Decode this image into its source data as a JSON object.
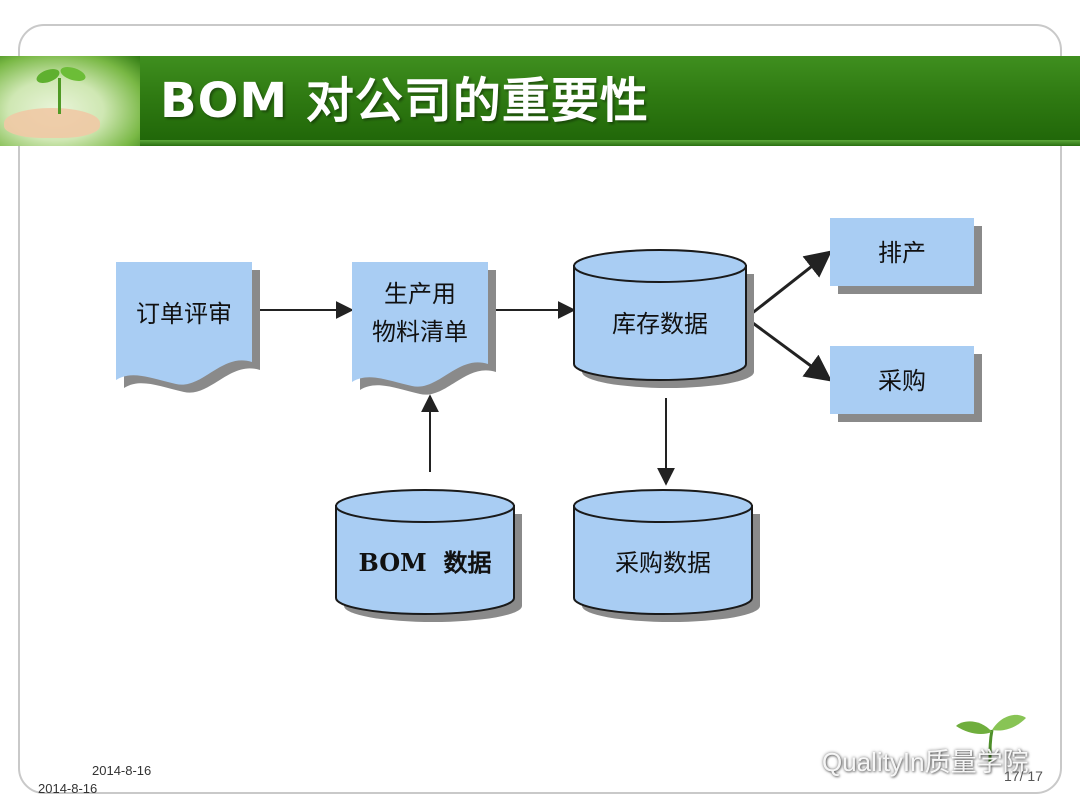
{
  "slide": {
    "title": "BOM 对公司的重要性",
    "date_inner": "2014-8-16",
    "date_outer": "2014-8-16",
    "page_number": "17/ 17",
    "watermark": "QualityIn质量学院"
  },
  "diagram": {
    "nodes": [
      {
        "id": "order-review",
        "shape": "document",
        "label": "订单评审"
      },
      {
        "id": "bom-list",
        "shape": "document",
        "lines": [
          "生产用",
          "物料清单"
        ]
      },
      {
        "id": "inventory",
        "shape": "cylinder",
        "label": "库存数据"
      },
      {
        "id": "scheduling",
        "shape": "box",
        "label": "排产"
      },
      {
        "id": "purchasing",
        "shape": "box",
        "label": "采购"
      },
      {
        "id": "bom-data",
        "shape": "cylinder",
        "label": "BOM  数据"
      },
      {
        "id": "purchase-data",
        "shape": "cylinder",
        "label": "采购数据"
      }
    ],
    "edges": [
      {
        "from": "order-review",
        "to": "bom-list"
      },
      {
        "from": "bom-list",
        "to": "inventory"
      },
      {
        "from": "inventory",
        "to": "scheduling"
      },
      {
        "from": "inventory",
        "to": "purchasing"
      },
      {
        "from": "bom-data",
        "to": "bom-list"
      },
      {
        "from": "inventory",
        "to": "purchase-data"
      }
    ],
    "colors": {
      "fill": "#a9cdf3",
      "shadow": "#8a8a8a",
      "stroke": "#1a1a1a",
      "arrow": "#222222"
    }
  },
  "theme": {
    "title_bar": "#2f7a12",
    "title_text": "#ffffff"
  }
}
